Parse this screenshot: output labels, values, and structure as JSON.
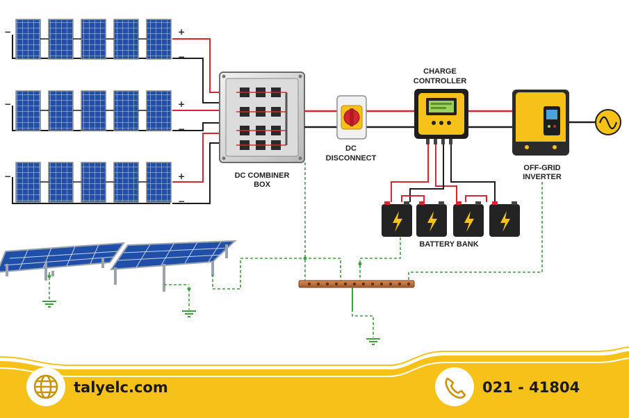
{
  "labels": {
    "charge_controller_1": "CHARGE",
    "charge_controller_2": "CONTROLLER",
    "combiner_1": "DC COMBINER",
    "combiner_2": "BOX",
    "disconnect_1": "DC",
    "disconnect_2": "DISCONNECT",
    "inverter_1": "OFF-GRID",
    "inverter_2": "INVERTER",
    "battery_bank": "BATTERY BANK"
  },
  "polarity": {
    "plus": "+",
    "minus": "−"
  },
  "footer": {
    "website": "talyelc.com",
    "phone": "021 - 41804",
    "website_icon": "globe-icon",
    "phone_icon": "phone-icon"
  },
  "colors": {
    "positive_wire": "#d7262e",
    "negative_wire": "#1c1c1c",
    "ground_wire": "#3aa33a",
    "accent_yellow": "#f6c21a",
    "panel_blue": "#1f4fa8"
  }
}
